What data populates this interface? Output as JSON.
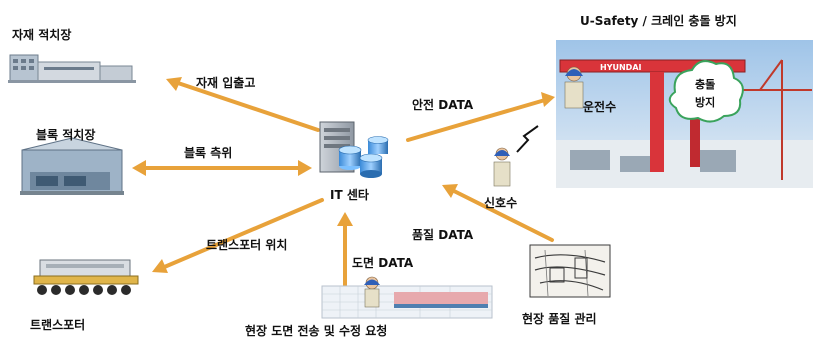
{
  "nodes": {
    "material_yard": "자재 적치장",
    "block_yard": "블록 적치장",
    "transporter": "트랜스포터",
    "it_center": "IT 센타",
    "drawing_transfer": "현장 도면 전송 및 수정 요청",
    "quality_mgmt": "현장 품질 관리",
    "signalman": "신호수",
    "u_safety": "U-Safety / 크레인 충돌 방지",
    "operator": "운전수",
    "collision_1": "충돌",
    "collision_2": "방지"
  },
  "flows": {
    "material_io": "자재 입출고",
    "block_position": "블록 측위",
    "transporter_position": "트랜스포터 위치",
    "drawing_data": "도면 DATA",
    "quality_data": "품질 DATA",
    "safety_data": "안전 DATA"
  },
  "ship_text": "HYUNDAI",
  "colors": {
    "arrow": "#E8A23A",
    "arrow_dark": "#C9801E"
  }
}
